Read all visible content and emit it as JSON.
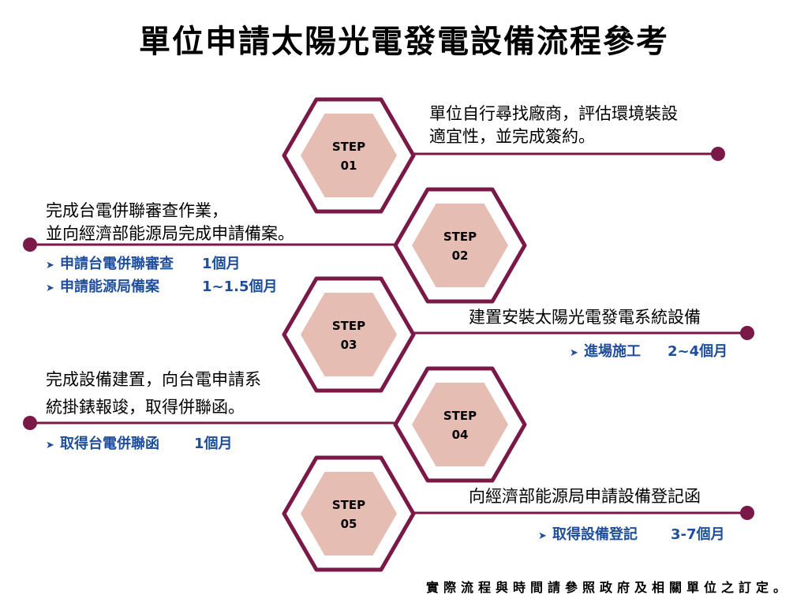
{
  "title": "單位申請太陽光電發電設備流程參考",
  "colors": {
    "hex_stroke": "#7a1848",
    "hex_fill": "#e6bdb2",
    "line": "#7a1848",
    "sub_text": "#1f4e9c"
  },
  "steps": [
    {
      "label_top": "STEP",
      "label_num": "01",
      "desc": [
        "單位自行尋找廠商，評估環境裝設",
        "適宜性，並完成簽約。"
      ],
      "subs": []
    },
    {
      "label_top": "STEP",
      "label_num": "02",
      "desc": [
        "完成台電併聯審查作業，",
        "並向經濟部能源局完成申請備案。"
      ],
      "subs": [
        {
          "text": "申請台電併聯審查",
          "value": "1個月"
        },
        {
          "text": "申請能源局備案",
          "value": "1~1.5個月"
        }
      ]
    },
    {
      "label_top": "STEP",
      "label_num": "03",
      "desc": [
        "建置安裝太陽光電發電系統設備"
      ],
      "subs": [
        {
          "text": "進場施工",
          "value": "2~4個月"
        }
      ]
    },
    {
      "label_top": "STEP",
      "label_num": "04",
      "desc": [
        "完成設備建置，向台電申請系",
        "統掛錶報竣，取得併聯函。"
      ],
      "subs": [
        {
          "text": "取得台電併聯函",
          "value": "1個月"
        }
      ]
    },
    {
      "label_top": "STEP",
      "label_num": "05",
      "desc": [
        "向經濟部能源局申請設備登記函"
      ],
      "subs": [
        {
          "text": "取得設備登記",
          "value": "3-7個月"
        }
      ]
    }
  ],
  "footnote": "實際流程與時間請參照政府及相關單位之訂定。"
}
